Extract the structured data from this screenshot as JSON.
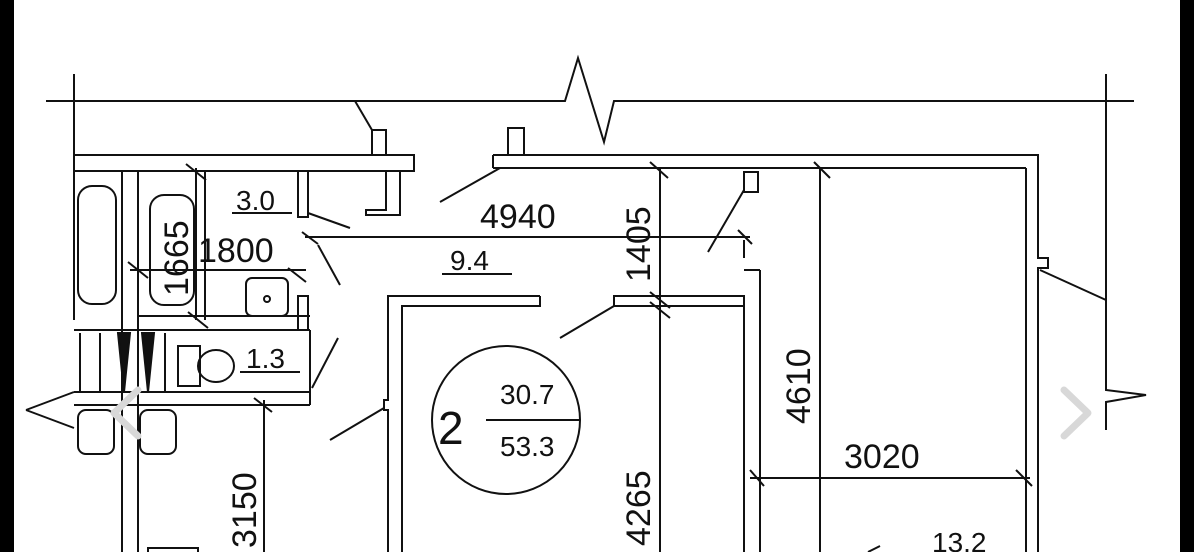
{
  "viewer": {
    "prev_icon": "chevron-left-icon",
    "next_icon": "chevron-right-icon"
  },
  "plan": {
    "apartment_number": "2",
    "living_area": "30.7",
    "total_area": "53.3",
    "rooms": {
      "bathroom_area": "3.0",
      "toilet_area": "1.3",
      "hall_area": "9.4",
      "bedroom_area": "13.2"
    },
    "dimensions": {
      "d1665": "1665",
      "d1800": "1800",
      "d4940": "4940",
      "d1405": "1405",
      "d4610": "4610",
      "d3020": "3020",
      "d4265": "4265",
      "d3150": "3150"
    }
  }
}
